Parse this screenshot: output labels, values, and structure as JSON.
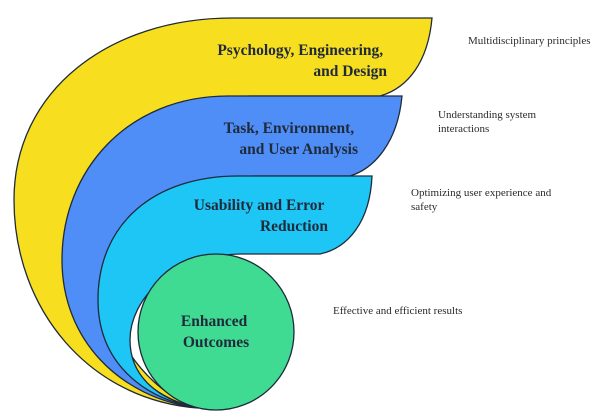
{
  "layers": [
    {
      "label_lines": [
        "Psychology, Engineering,",
        "and Design"
      ],
      "description_lines": [
        "Multidisciplinary principles"
      ],
      "color": "#F7DE1E"
    },
    {
      "label_lines": [
        "Task, Environment,",
        "and User Analysis"
      ],
      "description_lines": [
        "Understanding system",
        "interactions"
      ],
      "color": "#4F8EF7"
    },
    {
      "label_lines": [
        "Usability and Error",
        "Reduction"
      ],
      "description_lines": [
        "Optimizing user experience and",
        "safety"
      ],
      "color": "#1EC6F5"
    },
    {
      "label_lines": [
        "Enhanced",
        "Outcomes"
      ],
      "description_lines": [
        "Effective and efficient results"
      ],
      "color": "#40DB93"
    }
  ],
  "stroke_color": "#1f2a3a"
}
